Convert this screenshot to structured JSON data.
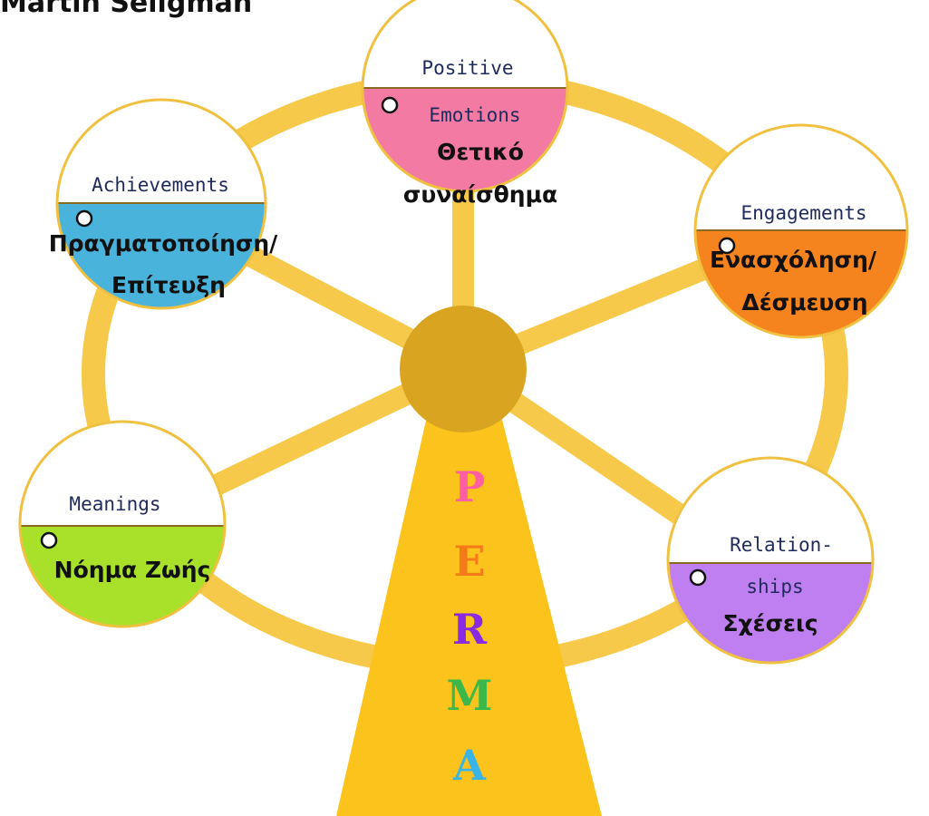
{
  "author": "Martin Seligman",
  "wheel": {
    "center_letters": [
      {
        "letter": "P",
        "color": "#ff5fa2"
      },
      {
        "letter": "E",
        "color": "#f57b1a"
      },
      {
        "letter": "R",
        "color": "#8a2be2"
      },
      {
        "letter": "M",
        "color": "#3cb84a"
      },
      {
        "letter": "A",
        "color": "#3ab4e6"
      }
    ],
    "gondolas": [
      {
        "id": "positive-emotions",
        "english_top": "Positive",
        "english_bottom": "Emotions",
        "greek_line1": "Θετικό",
        "greek_line2": "συναίσθημα",
        "color": "#f27aa3"
      },
      {
        "id": "engagements",
        "english_top": "Engagements",
        "english_bottom": "",
        "greek_line1": "Ενασχόληση/",
        "greek_line2": "Δέσμευση",
        "color": "#f5841f"
      },
      {
        "id": "relationships",
        "english_top": "Relation-",
        "english_bottom": "ships",
        "greek_line1": "Σχέσεις",
        "greek_line2": "",
        "color": "#c07ff0"
      },
      {
        "id": "meanings",
        "english_top": "Meanings",
        "english_bottom": "",
        "greek_line1": "Νόημα Ζωής",
        "greek_line2": "",
        "color": "#a8e02a"
      },
      {
        "id": "achievements",
        "english_top": "Achievements",
        "english_bottom": "",
        "greek_line1": "Πραγματοποίηση/",
        "greek_line2": "Επίτευξη",
        "color": "#4ab3dc"
      }
    ]
  },
  "colors": {
    "rim": "#f7c94a",
    "hub": "#d9a520",
    "tower": "#fbc31c"
  }
}
